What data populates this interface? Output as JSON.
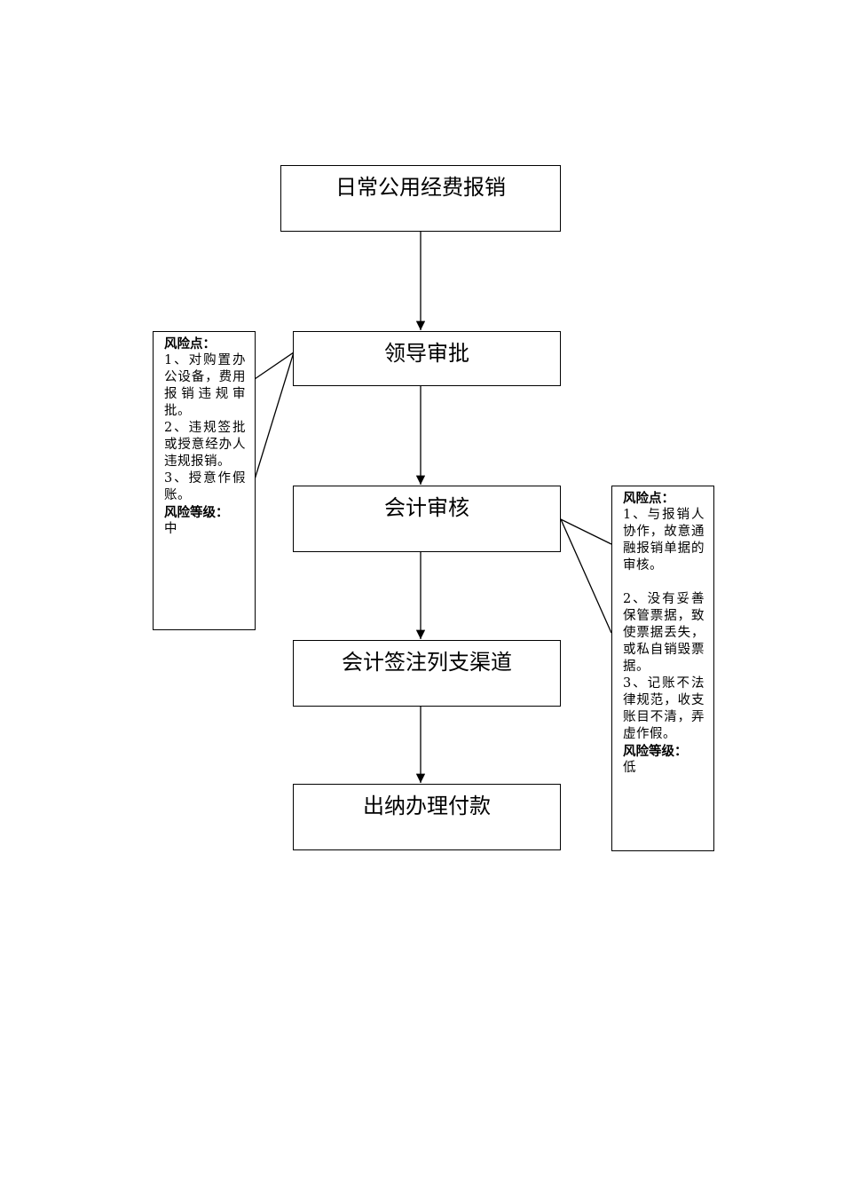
{
  "steps": [
    "日常公用经费报销",
    "领导审批",
    "会计审核",
    "会计签注列支渠道",
    "出纳办理付款"
  ],
  "left_note": {
    "heading": "风险点：",
    "items": [
      "1、对购置办公设备，费用报销违规审批。",
      "2、违规签批或授意经办人违规报销。",
      "3、授意作假账。"
    ],
    "level_heading": "风险等级：",
    "level": "中"
  },
  "right_note": {
    "heading": "风险点：",
    "items": [
      "1、与报销人协作，故意通融报销单据的审核。",
      "2、没有妥善保管票据，致使票据丢失，或私自销毁票据。",
      "3、记账不法律规范，收支账目不清，弄虚作假。"
    ],
    "level_heading": "风险等级：",
    "level": "低"
  }
}
